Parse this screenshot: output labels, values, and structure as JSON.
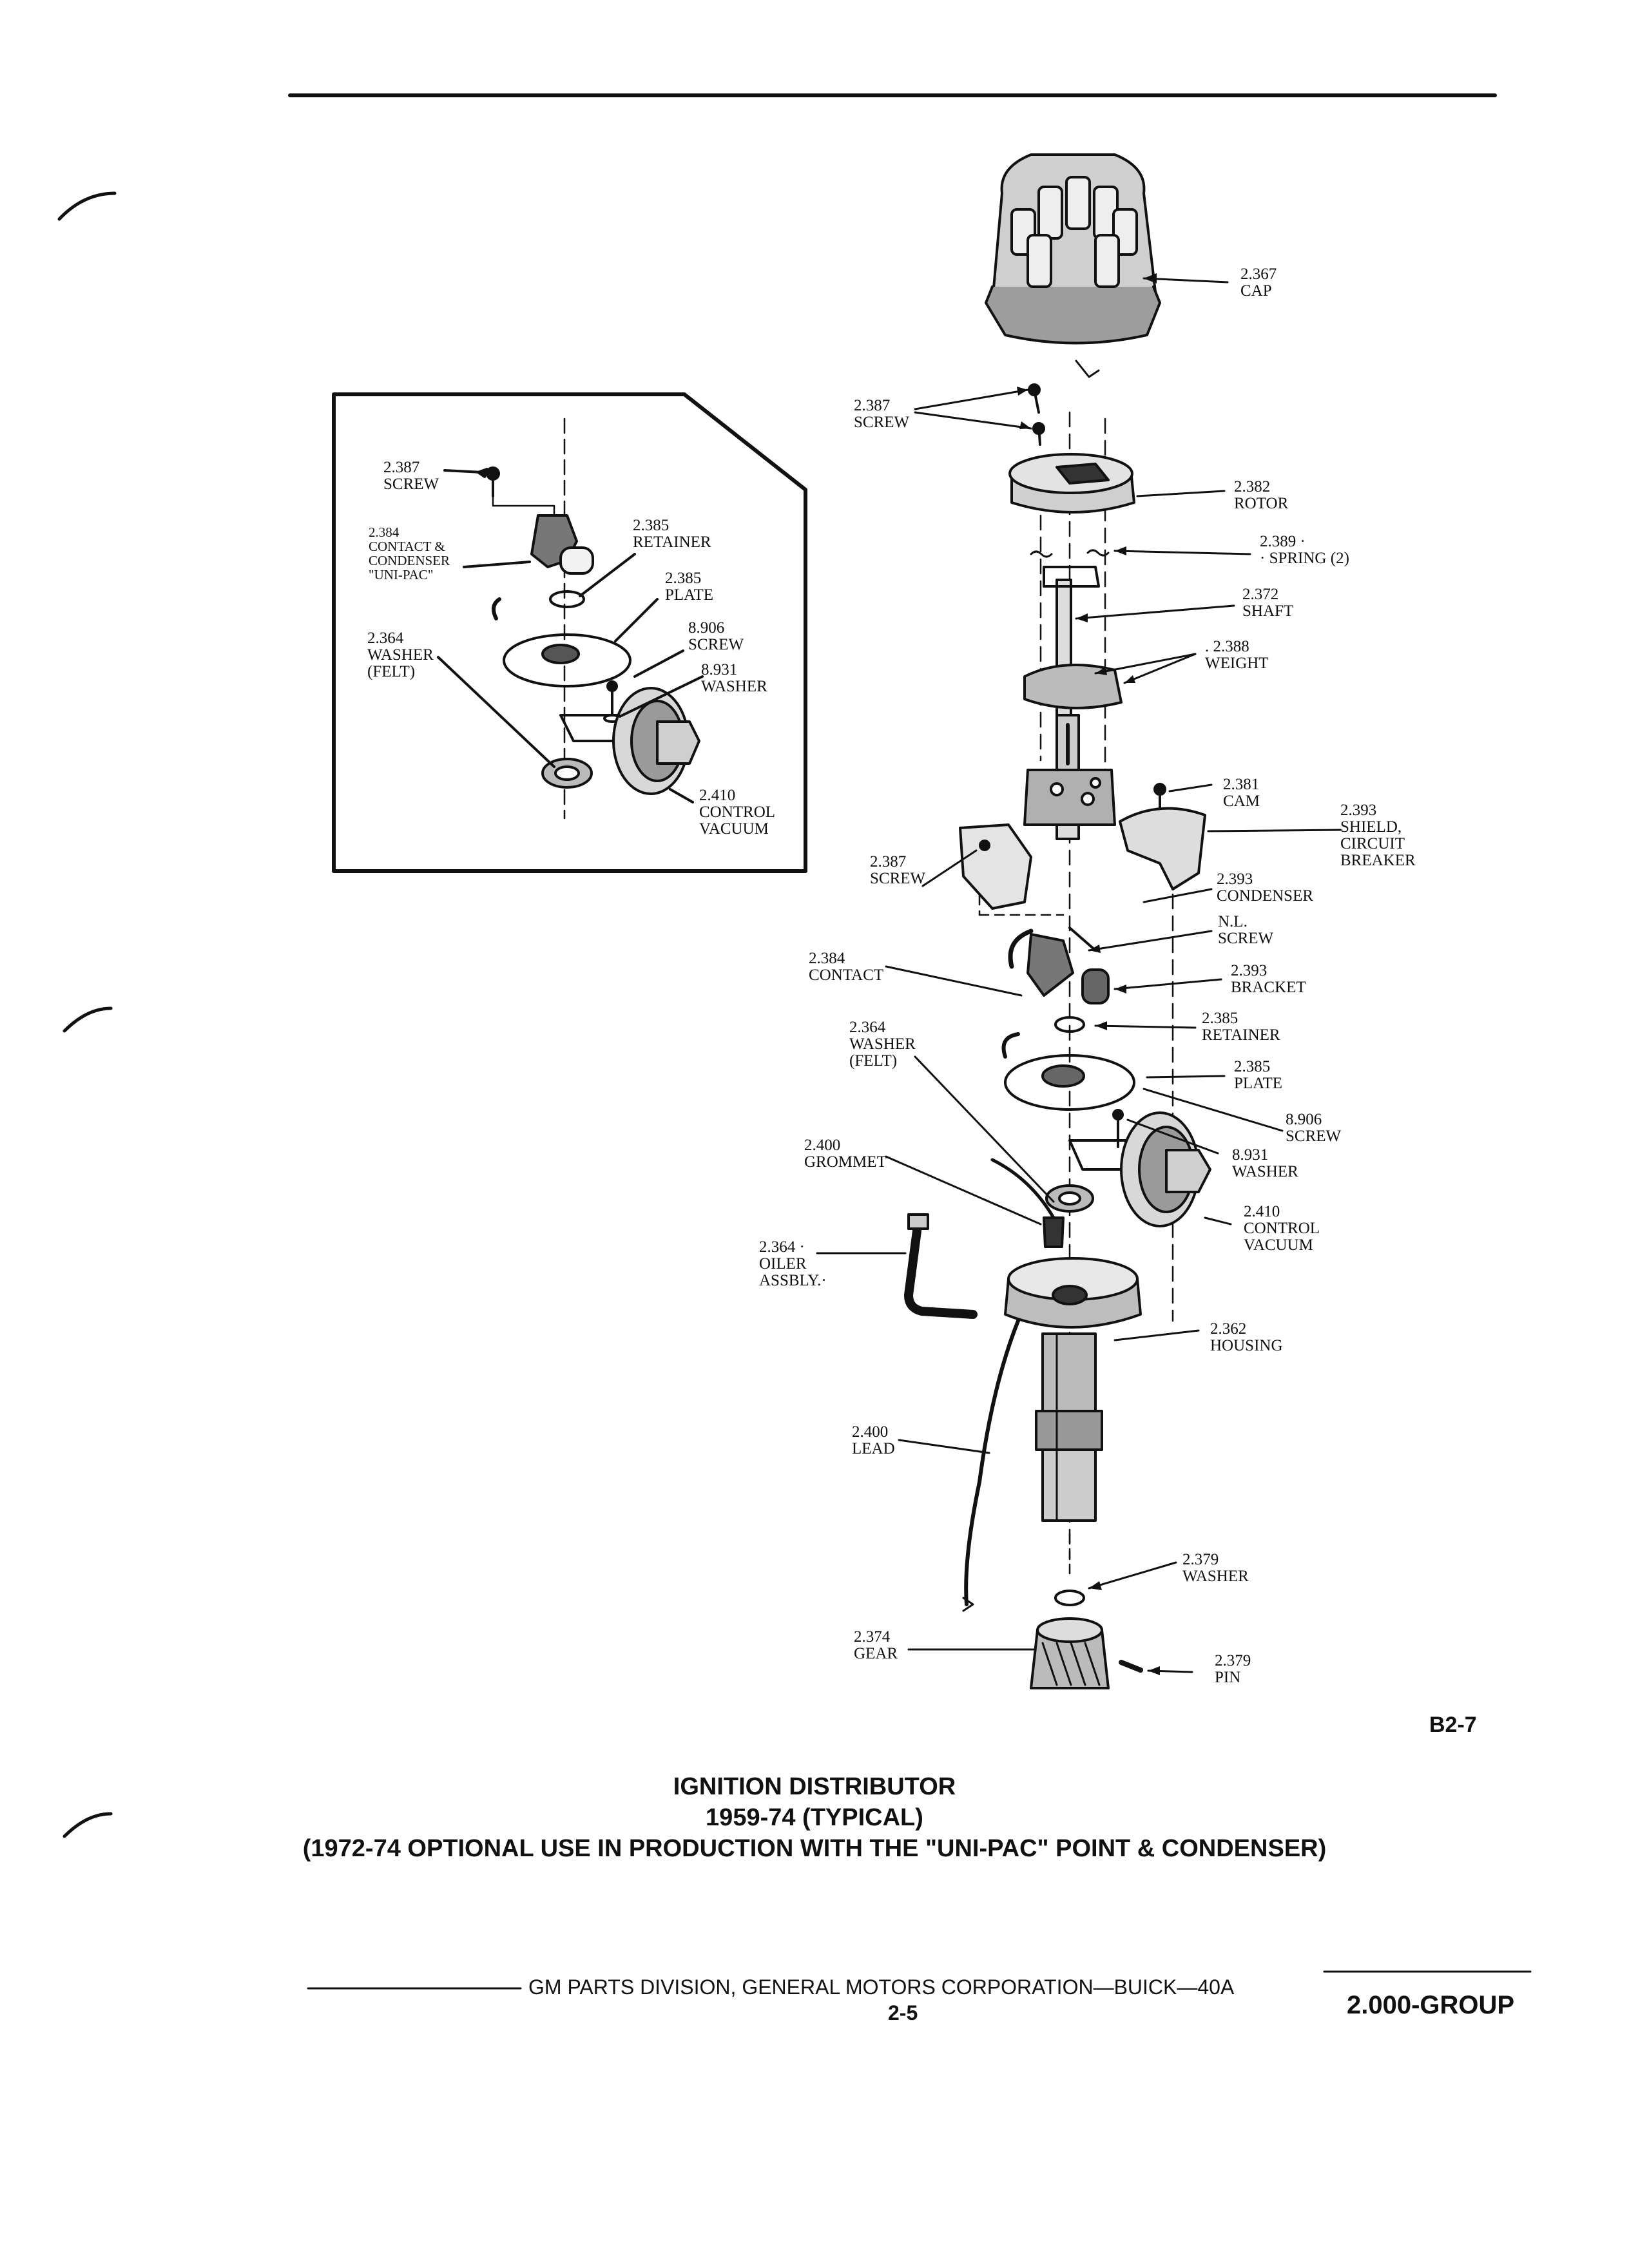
{
  "labels": {
    "cap": [
      "2.367",
      "CAP"
    ],
    "screw_top": [
      "2.387",
      "SCREW"
    ],
    "rotor": [
      "2.382",
      "ROTOR"
    ],
    "spring": [
      "2.389 ·",
      "· SPRING (2)"
    ],
    "shaft": [
      "2.372",
      "SHAFT"
    ],
    "weight": [
      ". 2.388",
      "WEIGHT"
    ],
    "cam": [
      "2.381",
      "CAM"
    ],
    "shield": [
      "2.393",
      "SHIELD,",
      "CIRCUIT",
      "BREAKER"
    ],
    "screw_mid": [
      "2.387",
      "SCREW"
    ],
    "condenser": [
      "2.393",
      "CONDENSER"
    ],
    "nl_screw": [
      "N.L.",
      "SCREW"
    ],
    "contact": [
      "2.384",
      "CONTACT"
    ],
    "bracket": [
      "2.393",
      "BRACKET"
    ],
    "retainer": [
      "2.385",
      "RETAINER"
    ],
    "washer_felt": [
      "2.364",
      "WASHER",
      "(FELT)"
    ],
    "plate": [
      "2.385",
      "PLATE"
    ],
    "screw_8906": [
      "8.906",
      "SCREW"
    ],
    "washer_8931": [
      "8.931",
      "WASHER"
    ],
    "grommet": [
      "2.400",
      "GROMMET"
    ],
    "control_vacuum": [
      "2.410",
      "CONTROL",
      "VACUUM"
    ],
    "oiler": [
      "2.364 ·",
      "OILER",
      "ASSBLY.·"
    ],
    "housing": [
      "2.362",
      "HOUSING"
    ],
    "lead": [
      "2.400",
      "LEAD"
    ],
    "washer_bottom": [
      "2.379",
      "WASHER"
    ],
    "gear": [
      "2.374",
      "GEAR"
    ],
    "pin": [
      "2.379",
      "PIN"
    ]
  },
  "inset_labels": {
    "screw": [
      "2.387",
      "SCREW"
    ],
    "contact_condenser": [
      "2.384",
      "CONTACT &",
      "CONDENSER",
      "\"UNI-PAC\""
    ],
    "retainer": [
      "2.385",
      "RETAINER"
    ],
    "plate": [
      "2.385",
      "PLATE"
    ],
    "screw_8906": [
      "8.906",
      "SCREW"
    ],
    "washer_felt": [
      "2.364",
      "WASHER",
      "(FELT)"
    ],
    "washer_8931": [
      "8.931",
      "WASHER"
    ],
    "control_vacuum": [
      "2.410",
      "CONTROL",
      "VACUUM"
    ]
  },
  "figure_code": "B2-7",
  "caption": {
    "line1": "IGNITION DISTRIBUTOR",
    "line2": "1959-74 (TYPICAL)",
    "line3": "(1972-74 OPTIONAL USE IN PRODUCTION WITH THE \"UNI-PAC\" POINT & CONDENSER)"
  },
  "footer": {
    "division": "GM PARTS DIVISION, GENERAL MOTORS CORPORATION—BUICK—40A",
    "page": "2-5",
    "group": "2.000-GROUP"
  }
}
